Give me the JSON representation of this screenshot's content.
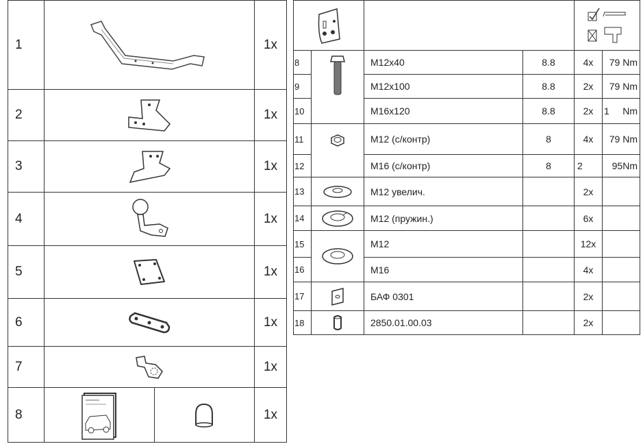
{
  "left_table": {
    "rows": [
      {
        "num": "1",
        "qty": "1x",
        "icon": "tow-bar-crossbeam-icon"
      },
      {
        "num": "2",
        "qty": "1x",
        "icon": "bracket-left-icon"
      },
      {
        "num": "3",
        "qty": "1x",
        "icon": "bracket-right-icon"
      },
      {
        "num": "4",
        "qty": "1x",
        "icon": "tow-ball-icon"
      },
      {
        "num": "5",
        "qty": "1x",
        "icon": "plate-icon"
      },
      {
        "num": "6",
        "qty": "1x",
        "icon": "strip-plate-icon"
      },
      {
        "num": "7",
        "qty": "1x",
        "icon": "socket-bracket-icon"
      },
      {
        "num": "8",
        "qty": "1x",
        "icon": "manual-and-ball-cap-icon"
      }
    ]
  },
  "right_table": {
    "header_icons": [
      "hardware-bag-icon",
      "check-wrench-icon",
      "impact-wrench-icon"
    ],
    "rows": [
      {
        "num": "8",
        "desc": "M12x40",
        "grade": "8.8",
        "qty": "4x",
        "torque": "79 Nm"
      },
      {
        "num": "9",
        "desc": "M12x100",
        "grade": "8.8",
        "qty": "2x",
        "torque": "79 Nm"
      },
      {
        "num": "10",
        "desc": "M16x120",
        "grade": "8.8",
        "qty": "2x",
        "torque": "1     Nm"
      },
      {
        "num": "11",
        "desc": "M12 (с/контр)",
        "grade": "8",
        "qty": "4x",
        "torque": "79 Nm"
      },
      {
        "num": "12",
        "desc": "M16 (с/контр)",
        "grade": "8",
        "qty": "2",
        "torque": "95Nm"
      },
      {
        "num": "13",
        "desc": "M12 увелич.",
        "grade": "",
        "qty": "2x",
        "torque": ""
      },
      {
        "num": "14",
        "desc": "M12 (пружин.)",
        "grade": "",
        "qty": "6x",
        "torque": ""
      },
      {
        "num": "15",
        "desc": "M12",
        "grade": "",
        "qty": "12x",
        "torque": ""
      },
      {
        "num": "16",
        "desc": "M16",
        "grade": "",
        "qty": "4x",
        "torque": ""
      },
      {
        "num": "17",
        "desc": "БАФ 0301",
        "grade": "",
        "qty": "2x",
        "torque": ""
      },
      {
        "num": "18",
        "desc": "2850.01.00.03",
        "grade": "",
        "qty": "2x",
        "torque": ""
      }
    ]
  }
}
